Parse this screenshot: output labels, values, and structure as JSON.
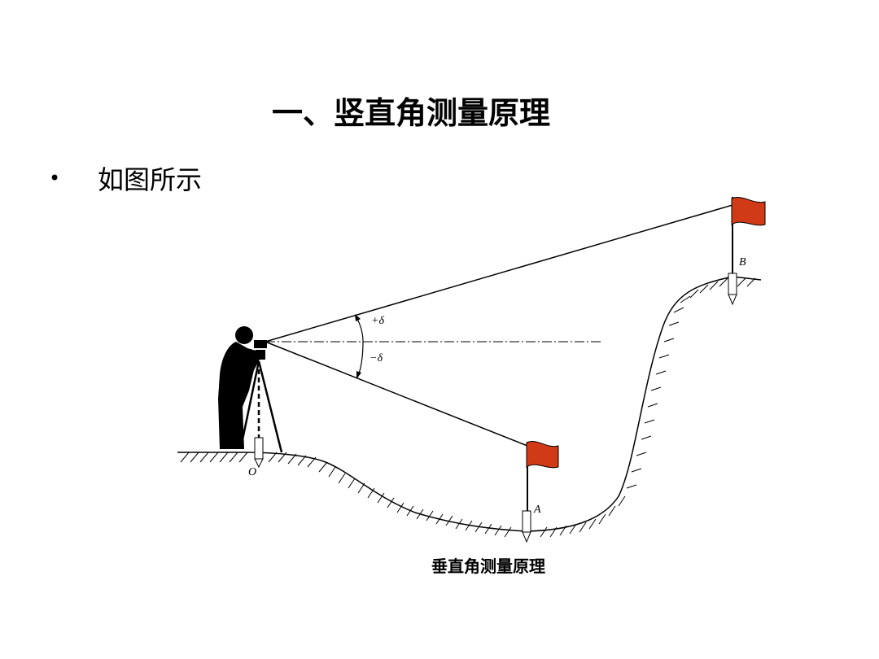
{
  "slide": {
    "title": "一、竖直角测量原理",
    "bullet": {
      "symbol": "•",
      "text": "如图所示"
    }
  },
  "diagram": {
    "caption": "垂直角测量原理",
    "labels": {
      "upper_angle": "+δ",
      "lower_angle": "−δ",
      "station": "O",
      "point_a": "A",
      "point_b": "B"
    },
    "colors": {
      "flag": "#d13a16",
      "line": "#000000",
      "surveyor": "#000000"
    },
    "icons": {
      "surveyor": "surveyor-silhouette-icon",
      "flag": "flag-icon",
      "stake": "ground-stake-icon"
    }
  }
}
